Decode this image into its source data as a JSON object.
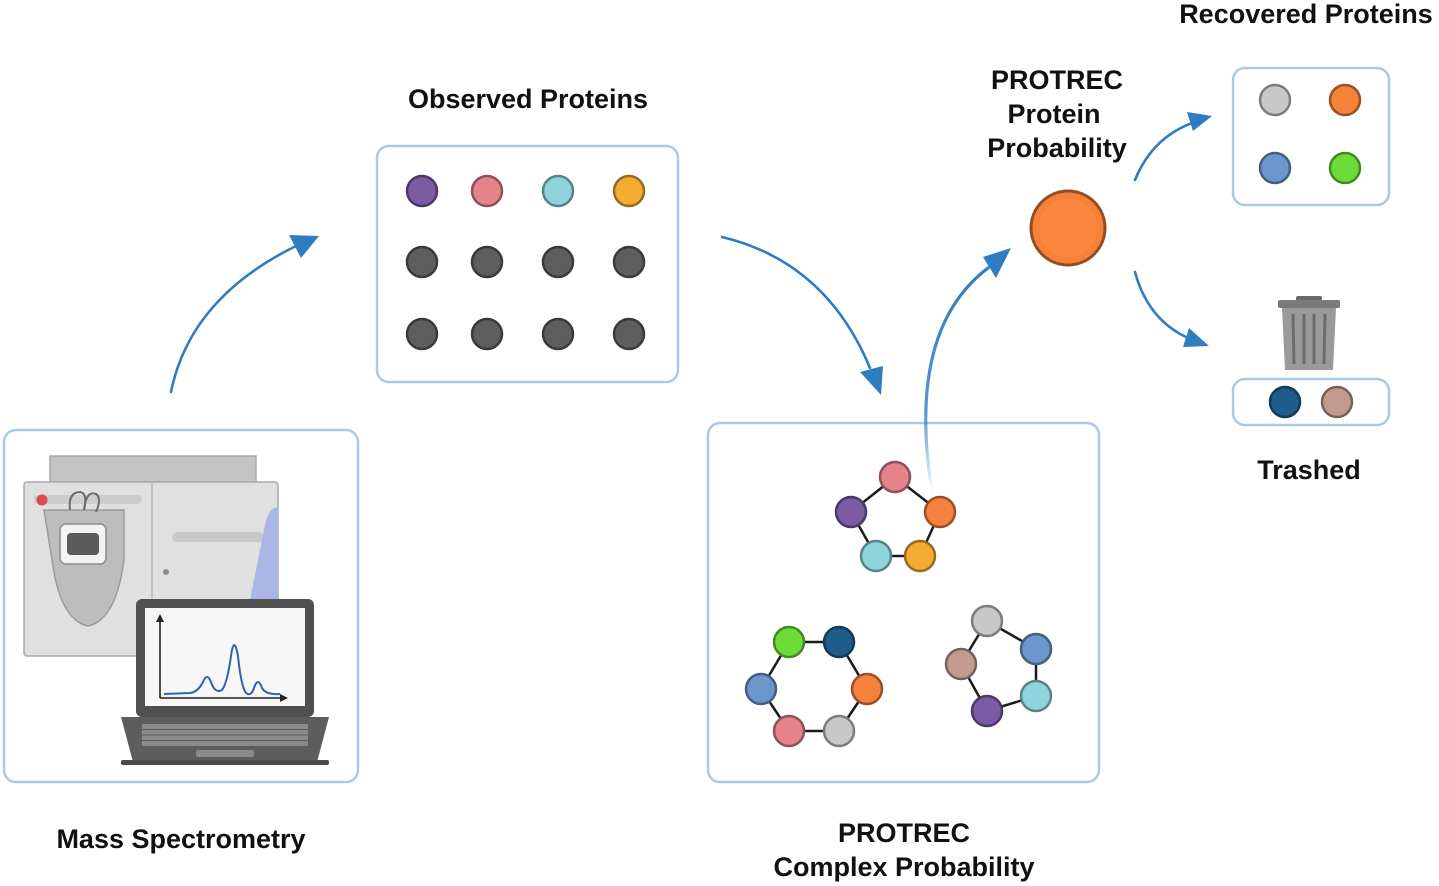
{
  "labels": {
    "mass_spectrometry": "Mass Spectrometry",
    "observed_proteins": "Observed Proteins",
    "protrec_complex_line1": "PROTREC",
    "protrec_complex_line2": "Complex Probability",
    "protrec_protein_line1": "PROTREC",
    "protrec_protein_line2": "Protein",
    "protrec_protein_line3": "Probability",
    "recovered_proteins": "Recovered Proteins",
    "trashed": "Trashed"
  },
  "colors": {
    "panel_border": "#a9c9e6",
    "arrow": "#2f7cc1",
    "purple": "#7b5ba3",
    "pink": "#e4838a",
    "cyan": "#8fd4dd",
    "yellow": "#f4ad32",
    "dark_gray": "#5e5e5e",
    "orange": "#f5813b",
    "light_gray": "#c8c8c8",
    "blue": "#6d97cc",
    "green": "#6ddb3a",
    "navy": "#1e5d8a",
    "tan": "#c29b8c"
  },
  "observed_proteins_grid": [
    [
      "purple",
      "pink",
      "cyan",
      "yellow"
    ],
    [
      "dark_gray",
      "dark_gray",
      "dark_gray",
      "dark_gray"
    ],
    [
      "dark_gray",
      "dark_gray",
      "dark_gray",
      "dark_gray"
    ]
  ],
  "complexes": [
    [
      "pink",
      "orange",
      "yellow",
      "cyan",
      "purple"
    ],
    [
      "navy",
      "orange",
      "light_gray",
      "pink",
      "blue",
      "green"
    ],
    [
      "light_gray",
      "blue",
      "cyan",
      "purple",
      "tan"
    ]
  ],
  "recovered_proteins": [
    "light_gray",
    "orange",
    "blue",
    "green"
  ],
  "trashed_proteins": [
    "navy",
    "tan"
  ],
  "protein_probability_color": "orange"
}
